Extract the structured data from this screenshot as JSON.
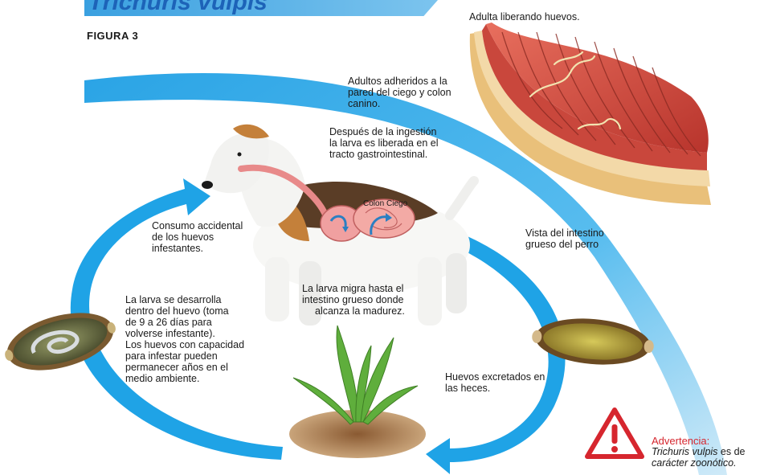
{
  "header": {
    "title": "Trichuris vulpis",
    "figure_label": "FIGURA 3"
  },
  "labels": {
    "adult_releasing": "Adulta liberando huevos.",
    "adults_attached": [
      "Adultos adheridos a la",
      "pared del ciego y colon",
      "canino."
    ],
    "after_ingestion": [
      "Después de la ingestión",
      "la larva es liberada en el",
      "tracto gastrointestinal."
    ],
    "colon": "Colon",
    "ciego": "Ciego",
    "accidental_consumption": [
      "Consumo accidental",
      "de los huevos",
      "infestantes."
    ],
    "large_intestine_view": [
      "Vista del intestino",
      "grueso del perro"
    ],
    "larva_migrates": [
      "La larva migra hasta  el",
      "intestino grueso donde",
      "alcanza la madurez."
    ],
    "larva_develops": [
      "La larva se desarrolla",
      "dentro del huevo (toma",
      "de 9 a 26 días para",
      "volverse infestante).",
      "Los huevos con capacidad",
      "para infestar pueden",
      "permanecer años en el",
      "medio ambiente."
    ],
    "eggs_excreted": [
      "Huevos excretados  en",
      "las heces."
    ]
  },
  "warning": {
    "title": "Advertencia:",
    "line1_species": "Trichuris vulpis",
    "line1_rest": " es de",
    "line2": "carácter zoonótico.",
    "icon": "warning-triangle-icon",
    "color": "#d6262e"
  },
  "colors": {
    "arrow_blue": "#1fa3e6",
    "title_blue": "#1d63b8",
    "intestine_red": "#c9473c"
  }
}
